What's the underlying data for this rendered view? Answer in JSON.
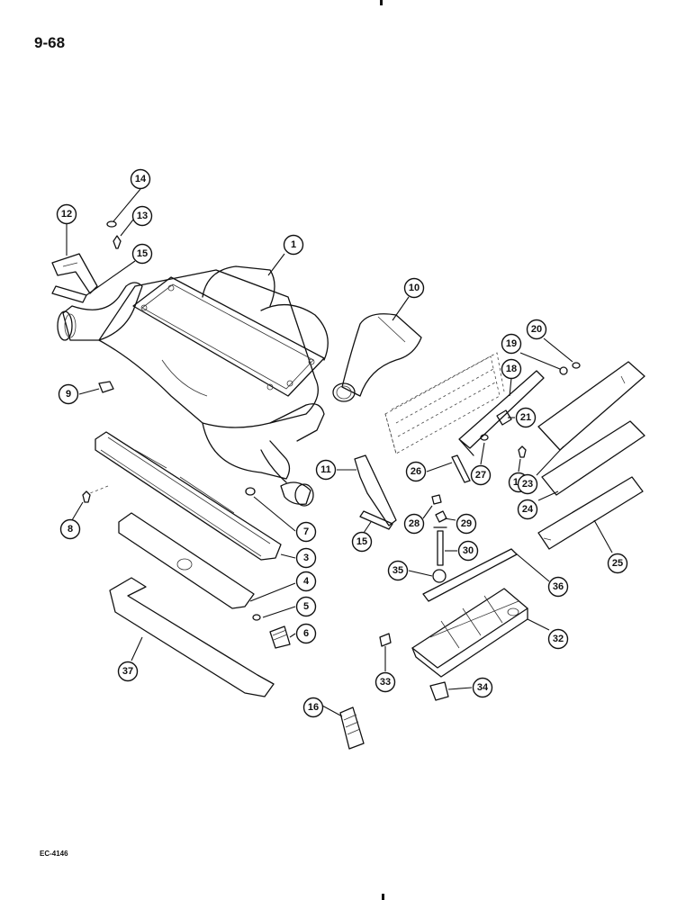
{
  "page_number": "9-68",
  "reference_code": "EC-4146",
  "callouts": [
    {
      "label": "1"
    },
    {
      "label": "3"
    },
    {
      "label": "4"
    },
    {
      "label": "5"
    },
    {
      "label": "6"
    },
    {
      "label": "7"
    },
    {
      "label": "8"
    },
    {
      "label": "9"
    },
    {
      "label": "10"
    },
    {
      "label": "11"
    },
    {
      "label": "12"
    },
    {
      "label": "13"
    },
    {
      "label": "13"
    },
    {
      "label": "14"
    },
    {
      "label": "15"
    },
    {
      "label": "15"
    },
    {
      "label": "16"
    },
    {
      "label": "18"
    },
    {
      "label": "19"
    },
    {
      "label": "20"
    },
    {
      "label": "21"
    },
    {
      "label": "23"
    },
    {
      "label": "24"
    },
    {
      "label": "25"
    },
    {
      "label": "26"
    },
    {
      "label": "27"
    },
    {
      "label": "28"
    },
    {
      "label": "29"
    },
    {
      "label": "30"
    },
    {
      "label": "32"
    },
    {
      "label": "33"
    },
    {
      "label": "34"
    },
    {
      "label": "35"
    },
    {
      "label": "36"
    },
    {
      "label": "37"
    }
  ]
}
